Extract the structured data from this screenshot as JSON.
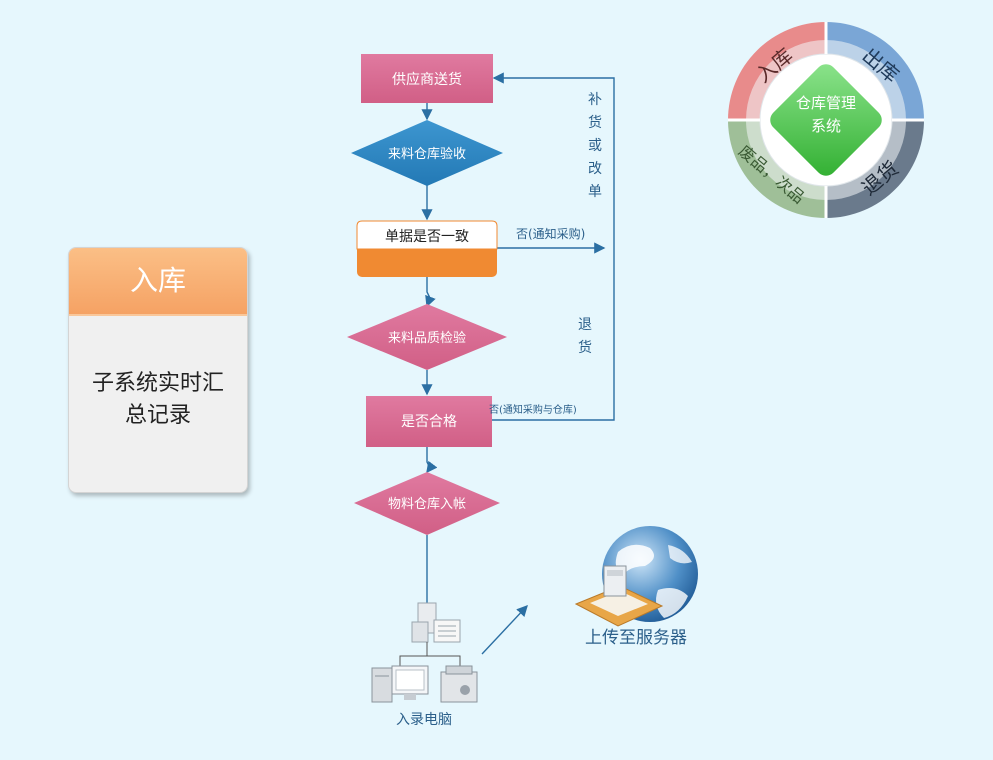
{
  "card": {
    "title": "入库",
    "body": "子系统实时汇总记录"
  },
  "flow": {
    "supplier": "供应商送货",
    "receive_check": "来料仓库验收",
    "doc_match": "单据是否一致",
    "quality_check": "来料品质检验",
    "qualified": "是否合格",
    "posting": "物料仓库入帐",
    "entry_pc": "入录电脑",
    "upload": "上传至服务器",
    "no_notify_purchase": "否(通知采购)",
    "no_notify_purchase_wh": "否(通知采购与仓库)",
    "replenish": [
      "补",
      "货",
      "或",
      "改",
      "单"
    ],
    "return_goods": [
      "退",
      "货"
    ]
  },
  "wheel": {
    "center": [
      "仓库管理",
      "系统"
    ],
    "seg_inbound": "入库",
    "seg_outbound": "出库",
    "seg_return": "退货",
    "seg_scrap": "废品，次品",
    "colors": {
      "inbound": "#e88b8b",
      "outbound": "#7aa6d6",
      "return": "#6a7a8c",
      "scrap": "#9fbf98",
      "center": "#4bc04b"
    }
  },
  "colors": {
    "pink": "#d9678e",
    "blue": "#2e86c1",
    "orange": "#f08a32",
    "line": "#2b6fa3"
  }
}
